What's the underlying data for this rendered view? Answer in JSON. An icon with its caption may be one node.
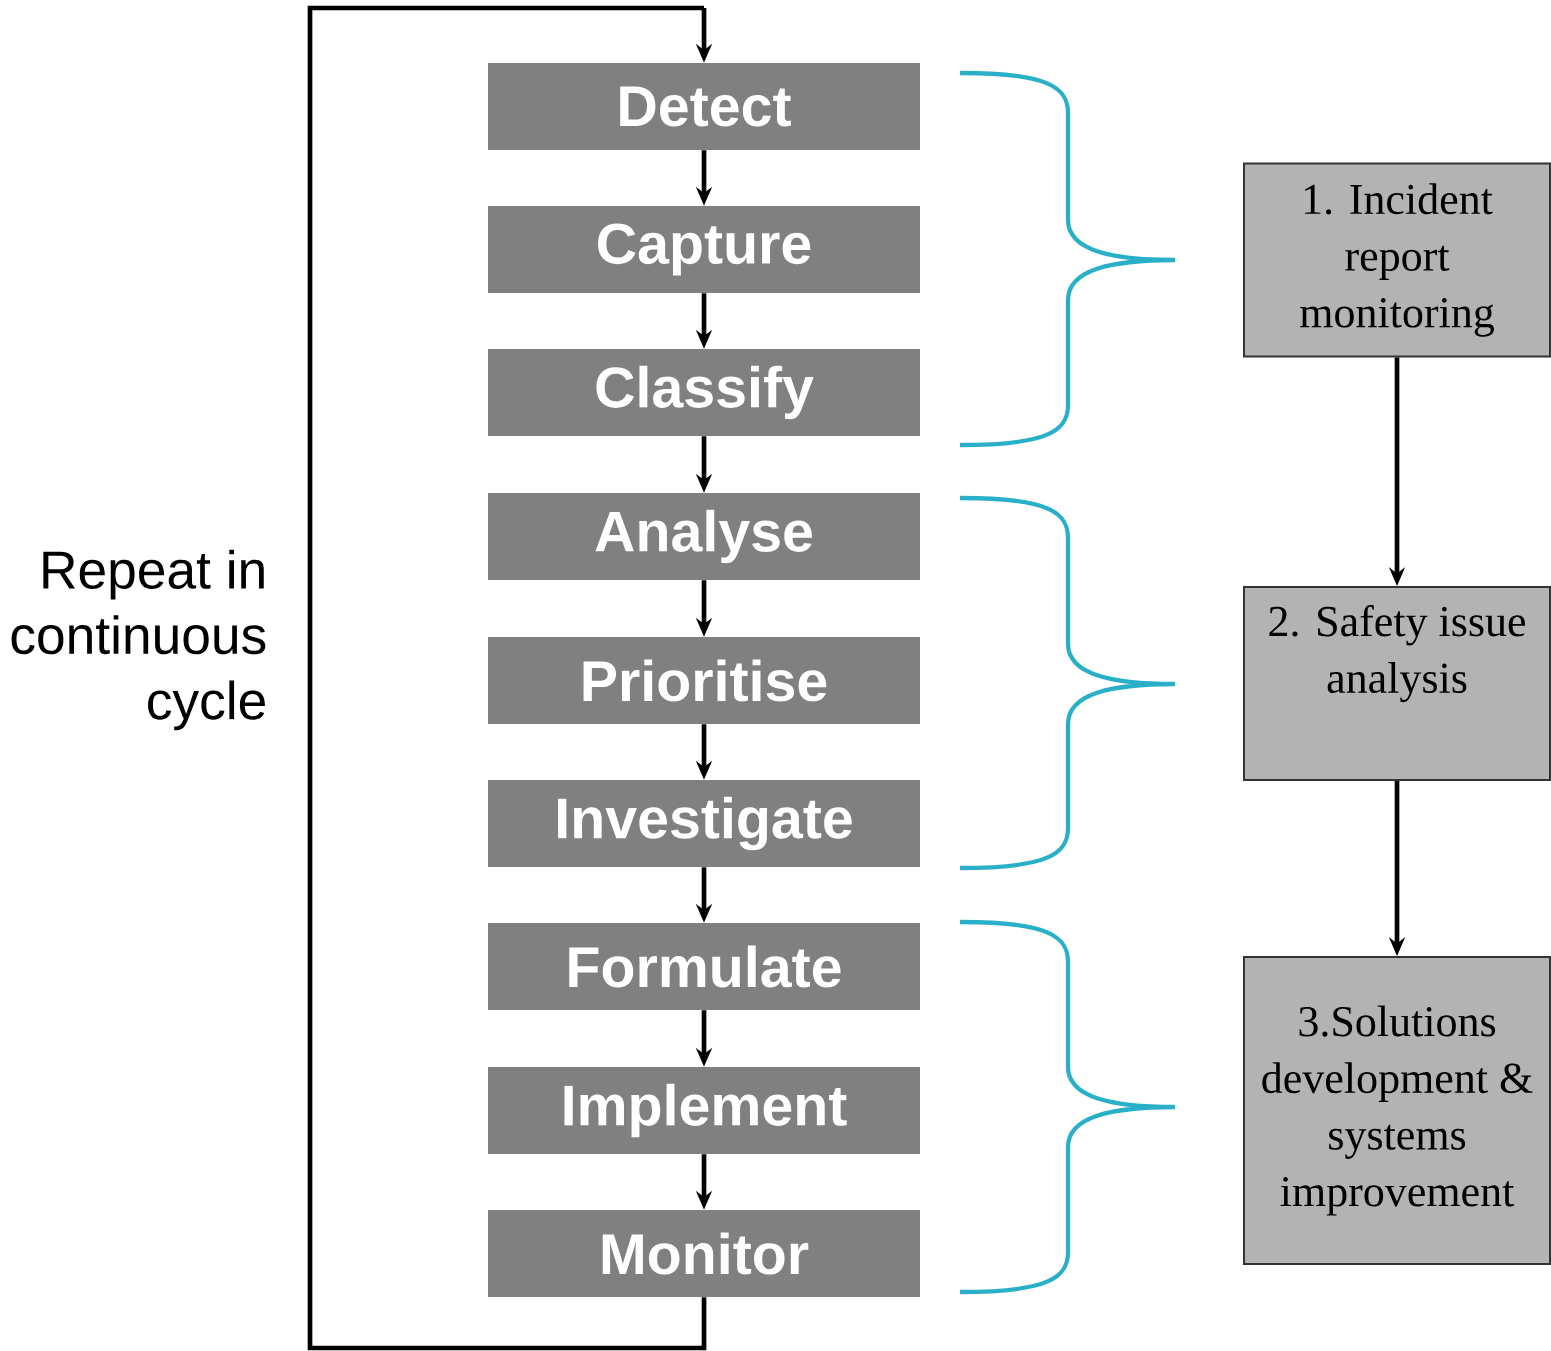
{
  "diagram": {
    "nodes": [
      {
        "text": [
          "Detect"
        ]
      },
      {
        "text": [
          "Capture"
        ]
      },
      {
        "text": [
          "Classify"
        ]
      },
      {
        "text": [
          "Analyse"
        ]
      },
      {
        "text": [
          "Prioritise"
        ]
      },
      {
        "text": [
          "Investigate"
        ]
      },
      {
        "text": [
          "Formulate"
        ]
      },
      {
        "text": [
          "Implement"
        ]
      },
      {
        "text": [
          "Monitor"
        ]
      },
      {
        "text": [
          "1. Incident report monitoring"
        ]
      },
      {
        "text": [
          "2. Safety issue analysis"
        ]
      },
      {
        "text": [
          "3.Solutions development & systems improvement"
        ]
      }
    ],
    "edges": [
      {
        "from": 0,
        "to": 1,
        "arrow": "to"
      },
      {
        "from": 1,
        "to": 2,
        "arrow": "to"
      },
      {
        "from": 2,
        "to": 3,
        "arrow": "to"
      },
      {
        "from": 3,
        "to": 4,
        "arrow": "to"
      },
      {
        "from": 4,
        "to": 5,
        "arrow": "to"
      },
      {
        "from": 5,
        "to": 6,
        "arrow": "to"
      },
      {
        "from": 6,
        "to": 7,
        "arrow": "to"
      },
      {
        "from": 7,
        "to": 8,
        "arrow": "to"
      },
      {
        "from": 8,
        "to": 0,
        "arrow": "to"
      },
      {
        "from": 9,
        "to": 10,
        "arrow": "to"
      },
      {
        "from": 10,
        "to": 11,
        "arrow": "to"
      }
    ],
    "labels": [
      "Repeat in continuous cycle"
    ]
  }
}
